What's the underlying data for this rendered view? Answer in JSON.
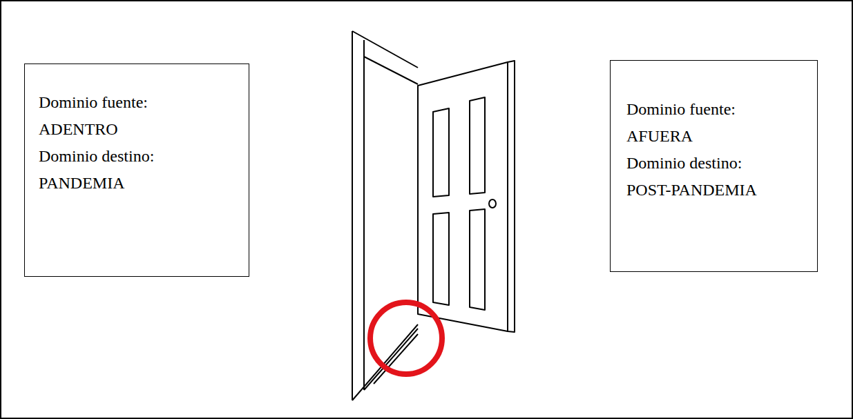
{
  "diagram": {
    "nodes": [
      {
        "text": [
          "Dominio fuente:",
          "ADENTRO",
          "Dominio destino:",
          "PANDEMIA"
        ]
      },
      {
        "text": [
          "Dominio fuente:",
          "AFUERA",
          "Dominio destino:",
          "POST-PANDEMIA"
        ]
      }
    ]
  }
}
